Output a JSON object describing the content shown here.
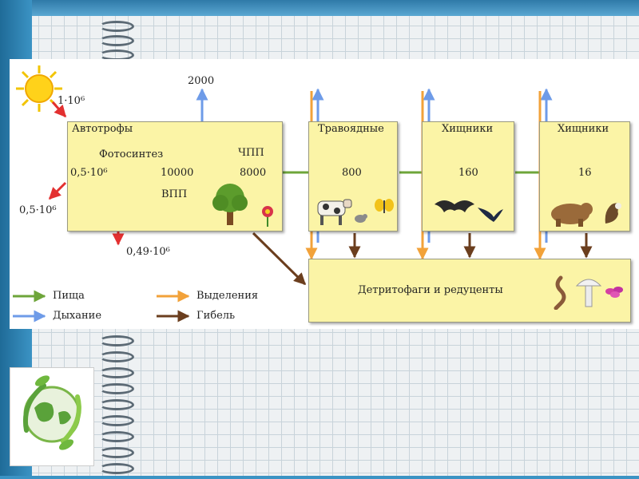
{
  "colors": {
    "food": "#6ea53a",
    "respiration": "#6e9be8",
    "excretion": "#f2a23a",
    "death": "#6b3e1e",
    "energy_input": "#e33030",
    "box_fill": "#fbf4a6"
  },
  "diagram": {
    "sun_value": "1·10⁶",
    "reflected_value": "0,5·10⁶",
    "respiration_top": "2000",
    "autotrophs": {
      "title": "Автотрофы",
      "photosynthesis": "Фотосинтез",
      "chpp": "ЧПП",
      "vpp": "ВПП",
      "absorbed": "0,5·10⁶",
      "gross": "10000",
      "net": "8000",
      "lost_value": "0,49·10⁶"
    },
    "herbivores": {
      "title": "Травоядные",
      "value": "800"
    },
    "predators1": {
      "title": "Хищники",
      "value": "160"
    },
    "predators2": {
      "title": "Хищники",
      "value": "16"
    },
    "detritus": {
      "title": "Детритофаги и редуценты"
    }
  },
  "legend": {
    "food": "Пища",
    "respiration": "Дыхание",
    "excretion": "Выделения",
    "death": "Гибель"
  },
  "icons": {
    "sun": "sun-icon",
    "tree": "tree-icon",
    "cow": "cow-icon",
    "bat": "bat-icon",
    "bear": "bear-icon",
    "mushroom": "mushroom-icon",
    "worm": "worm-icon",
    "logo": "eco-globe-logo"
  }
}
